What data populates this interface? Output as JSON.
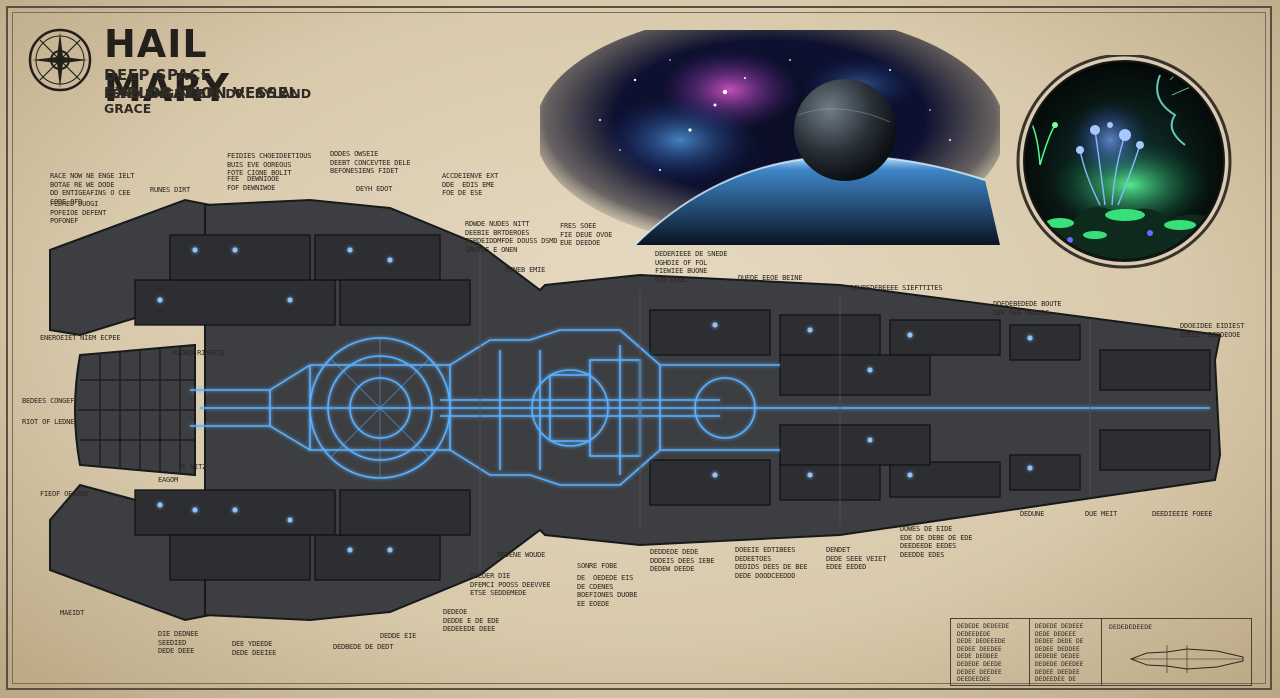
{
  "title_block": {
    "title": "HAIL MARY",
    "subtitle": "DEEP SPACE EXPLORATION VESSEL",
    "engineer": "LEAD ENGINEER: DR. RYLAND GRACE"
  },
  "icons": [
    "compass-emblem-icon",
    "ship-silhouette-icon"
  ],
  "colors": {
    "paper": "#d9cbb0",
    "hull": "#3b3b3d",
    "circuit": "#4aa8ff",
    "ink": "#2a2520"
  },
  "callouts": [
    "RACE NOW NE ENGE IELT\nBOTAE RE WE DODE\nDD ENTIGEAFINS O CEE\nCODE OFD",
    "FEDRED DUOGI\nPOFEIOE DEFENT\nPOFONEF",
    "FEIDIES CHOEIDEETIOUS\nBUIS EVE OOREOUS\nFOTE CIONE BOLIT",
    "FEE  DEWNIOOE\nFOF DEWNIWOE",
    "RUNES DIRT",
    "DDDES OWSEIE\nDEEBT CONCEVTEE DELE\nBEFONESIENS FIDET",
    "DEYH EDOT",
    "ACCDEIENVE EXT\nDDE  EDIS EME\nFOE DE ESE",
    "RDWDE NUDES NITT\nDEEBIE BRTDEROES\nFERDEIDDMFDE DOUSS DSMD\nGRUTDE E ONEN",
    "FRES SOEE\nFIE DEUE OVOE\nEUE DEEDOE",
    "DENEB EMIE",
    "DEDERIEEE DE SNEDE\nUGHDIE OF FOL\nFIEWIEE BUONE\nDIE DDDL",
    "DUEDE EEOE BEINE",
    "DEUBEDEBEEEE SIEFTTITES",
    "DDEDEBEDEDE BOUTE\nDEE DEE DEDIDS",
    "DDOEIDEE EIDIEST\nEOEEET DERDEOOE",
    "ENEROEIET NIEM ECPEE",
    "REDED RIMEEIE",
    "BEDEES CONGEF",
    "RIOT OF LEDNE",
    "VE NITZ",
    "FIEOF OEIDUE",
    "EAGOM",
    "DEDENE WOUDE",
    "SONRE FOBE",
    "OCEDER DIE\nDFEMCI POOSS DEEVVEE\nETSE SEDDEMEDE",
    "DE  OEDEDE EIS\nDE CDENES\nBOEFIONES DUOBE\nEE EOEDE",
    "DEDDEDE DEDE\nDDDEIS DEES IEBE\nDEDEW DEEDE",
    "DOEEIE EDTIBEES\nDEDEETOES\nDEDIDS DEES DE BEE\nDEDE DOODCEEDDD",
    "DENDET\nDEDE SEEE VEIET\nEDEE EEDED",
    "DOWES DE EIDE\nEDE DE DEBE DE EDE\nDEEDEEDE EEDES\nDEEDDE EDES",
    "DEDUNE",
    "DUE MEIT",
    "DEEDIEEIE FOEEE",
    "MAEIDT",
    "DIE DEDNEE\nSEEDIED\nDEDE DEEE",
    "DEE YDEEDE\nDEDE DEEIEE",
    "DEDBEDE DE DEDT",
    "DEDEOE\nDEDDE E DE EDE\nDEDEEEDE DEEE",
    "DEDDE EIE"
  ],
  "spec_table": {
    "col1": "DEDEDE DEDEEDE\nDEDEEDEDE\nDEDE DEDEEEDE\nDEDEE DEEDEE\nDEDE DEDDEE\nDEDEDE DEEDE\nDEDEE DEEDEE\nDEEDEEDEE",
    "col2": "DEDEDE DEDEEE\nDEDE DEDEEE\nDEDEE DEDE DE\nDEDEE DEDDEE\nDEDEDE DEDEE\nDEDEDE DEEDEE\nDEDEE DEEDEE\nDEDEEDEE DE",
    "caption": "DEDEDEDEEDE"
  }
}
